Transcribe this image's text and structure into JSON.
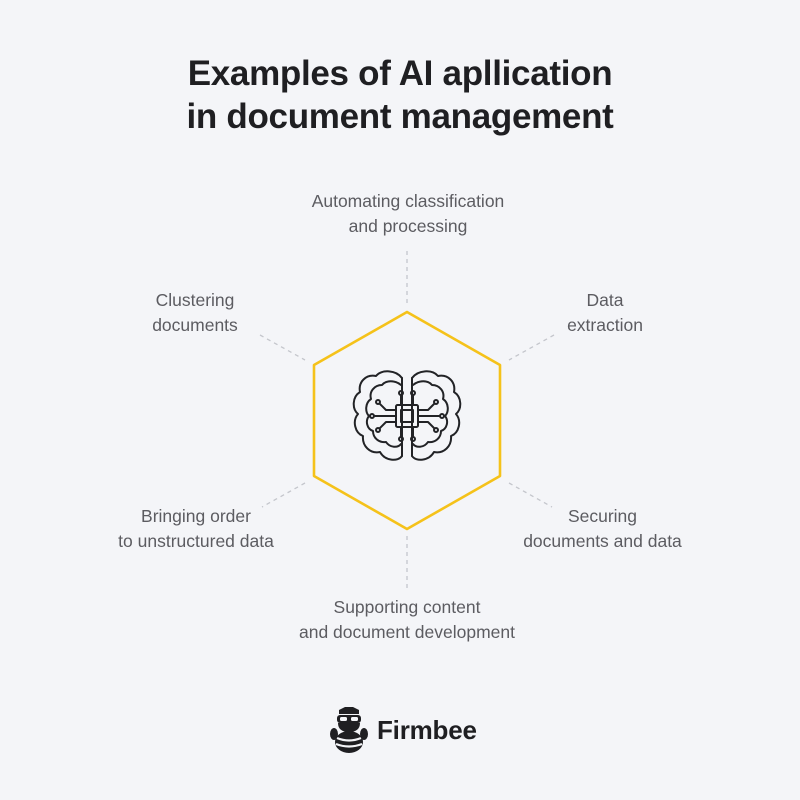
{
  "title": {
    "line1": "Examples of AI apllication",
    "line2": "in document management"
  },
  "center": {
    "icon": "brain-chip-icon",
    "hexagon_color": "#f5c21a"
  },
  "items": {
    "top": {
      "line1": "Automating classification",
      "line2": "and processing"
    },
    "top_left": {
      "line1": "Clustering",
      "line2": "documents"
    },
    "top_right": {
      "line1": "Data",
      "line2": "extraction"
    },
    "bottom_left": {
      "line1": "Bringing order",
      "line2": "to unstructured data"
    },
    "bottom_right": {
      "line1": "Securing",
      "line2": "documents and data"
    },
    "bottom": {
      "line1": "Supporting content",
      "line2": "and document development"
    }
  },
  "brand": {
    "name": "Firmbee",
    "logo": "bee-mascot-icon"
  },
  "colors": {
    "background": "#f4f5f8",
    "accent": "#f5c21a",
    "text": "#1f1f22",
    "label_text": "#5c5c61",
    "connector": "#c4c6cc"
  }
}
